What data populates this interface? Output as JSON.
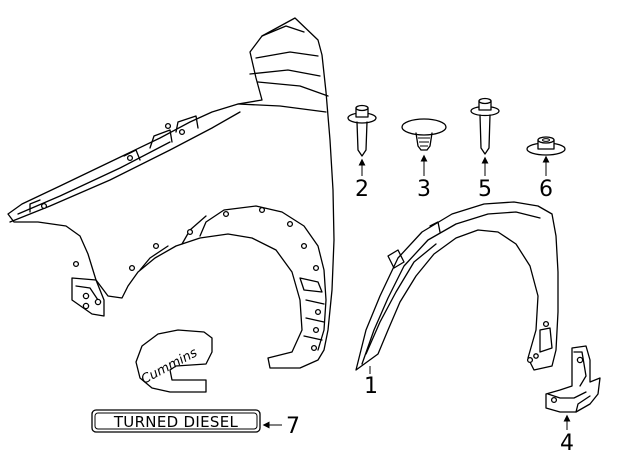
{
  "callouts": {
    "c1": "1",
    "c2": "2",
    "c3": "3",
    "c4": "4",
    "c5": "5",
    "c6": "6",
    "c7": "7"
  },
  "emblem": {
    "script": "Cummins",
    "plate": "TURNED DIESEL"
  },
  "colors": {
    "line": "#000000",
    "background": "#ffffff"
  }
}
